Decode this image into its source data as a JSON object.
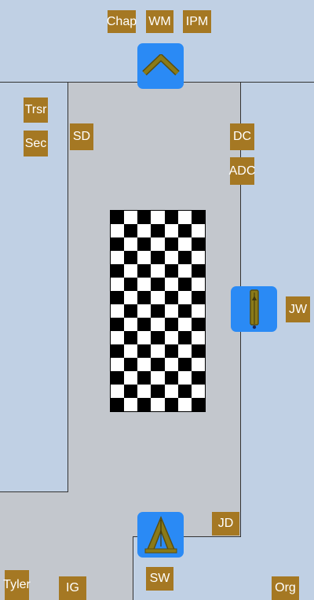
{
  "colors": {
    "hall": "#c3c7cd",
    "outer_area": "#c0d0e4",
    "officer_box": "#a57823",
    "officer_text": "#ffffff",
    "pedestal": "#2a8af5",
    "jewel": "#8a7a18"
  },
  "officers": {
    "chap": "Chap",
    "wm": "WM",
    "ipm": "IPM",
    "trsr": "Trsr",
    "sec": "Sec",
    "sd": "SD",
    "dc": "DC",
    "adc": "ADC",
    "jw": "JW",
    "jd": "JD",
    "sw": "SW",
    "tyler": "Tyler",
    "ig": "IG",
    "org": "Org"
  },
  "pedestals": {
    "east": {
      "icon": "square-jewel-icon"
    },
    "south": {
      "icon": "plumb-rule-jewel-icon"
    },
    "west": {
      "icon": "level-jewel-icon"
    }
  },
  "floor": {
    "columns": 7,
    "rows": 15
  }
}
